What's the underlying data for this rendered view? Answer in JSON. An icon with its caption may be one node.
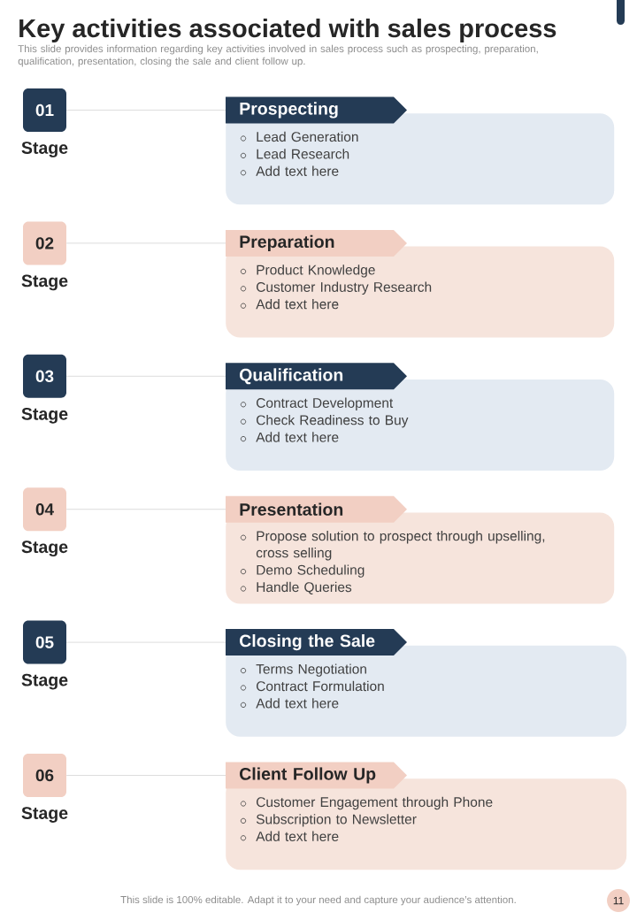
{
  "diagram": {
    "title": "Key activities associated with sales process",
    "nodes": [
      {
        "text": [
          "01"
        ],
        "beside": [
          "Stage"
        ]
      },
      {
        "text": [
          "Prospecting"
        ]
      },
      {
        "text": [
          "Lead Generation",
          "Lead Research",
          "Add text here"
        ]
      },
      {
        "text": [
          "02"
        ],
        "beside": [
          "Stage"
        ]
      },
      {
        "text": [
          "Preparation"
        ]
      },
      {
        "text": [
          "Product Knowledge",
          "Customer Industry Research",
          "Add text here"
        ]
      },
      {
        "text": [
          "03"
        ],
        "beside": [
          "Stage"
        ]
      },
      {
        "text": [
          "Qualification"
        ]
      },
      {
        "text": [
          "Contract Development",
          "Check Readiness to Buy",
          "Add text here"
        ]
      },
      {
        "text": [
          "04"
        ],
        "beside": [
          "Stage"
        ]
      },
      {
        "text": [
          "Presentation"
        ]
      },
      {
        "text": [
          "Propose solution to prospect through upselling, cross selling",
          "Demo Scheduling",
          "Handle Queries"
        ]
      },
      {
        "text": [
          "05"
        ],
        "beside": [
          "Stage"
        ]
      },
      {
        "text": [
          "Closing the Sale"
        ]
      },
      {
        "text": [
          "Terms Negotiation",
          "Contract Formulation",
          "Add text here"
        ]
      },
      {
        "text": [
          "06"
        ],
        "beside": [
          "Stage"
        ]
      },
      {
        "text": [
          "Client Follow Up"
        ]
      },
      {
        "text": [
          "Customer Engagement through Phone",
          "Subscription to Newsletter",
          "Add text here"
        ]
      },
      {
        "text": [
          "11"
        ]
      }
    ],
    "edges": [
      {
        "from": 0,
        "to": 1,
        "arrow": "none"
      },
      {
        "from": 3,
        "to": 4,
        "arrow": "none"
      },
      {
        "from": 6,
        "to": 7,
        "arrow": "none"
      },
      {
        "from": 9,
        "to": 10,
        "arrow": "none"
      },
      {
        "from": 12,
        "to": 13,
        "arrow": "none"
      },
      {
        "from": 15,
        "to": 16,
        "arrow": "none"
      }
    ],
    "labels": [
      "This slide provides information regarding key activities involved in sales process such as prospecting, preparation, qualification, presentation, closing the sale and client follow up.",
      "This slide is 100% editable. Adapt it to your need and capture your audience’s attention."
    ]
  }
}
